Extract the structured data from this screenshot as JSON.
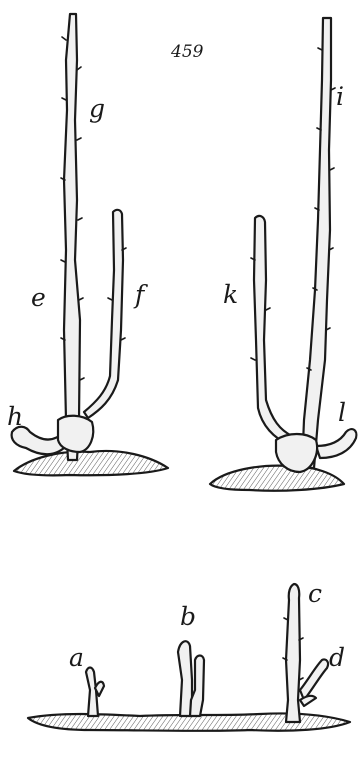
{
  "figure": {
    "number": "459",
    "labels": {
      "g": "g",
      "e": "e",
      "f": "f",
      "h": "h",
      "i": "i",
      "k": "k",
      "l": "l",
      "a": "a",
      "b": "b",
      "c": "c",
      "d": "d"
    }
  },
  "colors": {
    "ink": "#1a1a1a",
    "stem": "#f1f1f1",
    "background": "#ffffff"
  }
}
